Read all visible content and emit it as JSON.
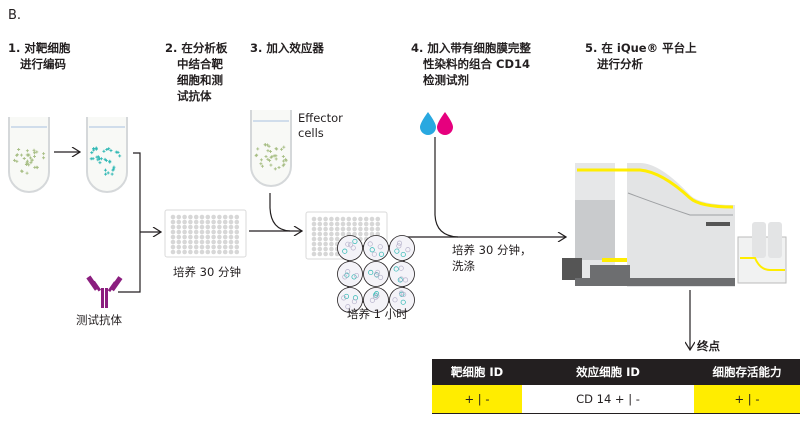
{
  "panel_label": "B.",
  "steps": [
    {
      "label": "1. 对靶细胞\n   进行编码"
    },
    {
      "label": "2. 在分析板\n   中结合靶\n   细胞和测\n   试抗体"
    },
    {
      "label": "3. 加入效应器"
    },
    {
      "label": "4. 加入带有细胞膜完整\n   性染料的组合 CD14\n   检测试剂"
    },
    {
      "label": "5. 在 iQue® 平台上\n   进行分析"
    }
  ],
  "labels": {
    "effector_cells": "Effector\ncells",
    "test_antibody": "测试抗体",
    "incubate_30": "培养 30 分钟",
    "incubate_1h": "培养 1 小时",
    "incubate_wash": "培养 30 分钟，\n洗涤",
    "endpoint": "终点"
  },
  "table": {
    "headers": [
      "靶细胞 ID",
      "效应细胞 ID",
      "细胞存活能力"
    ],
    "row": [
      "+ | -",
      "CD 14 + | -",
      "+ | -"
    ]
  },
  "colors": {
    "highlight_yellow": "#ffed00",
    "dark": "#231f20",
    "cyan_dye": "#29a8e0",
    "magenta_dye": "#e6007e",
    "antibody_purple": "#8b1e7f",
    "green_cells": "#a7be84",
    "teal_cells": "#2bb7b3"
  }
}
